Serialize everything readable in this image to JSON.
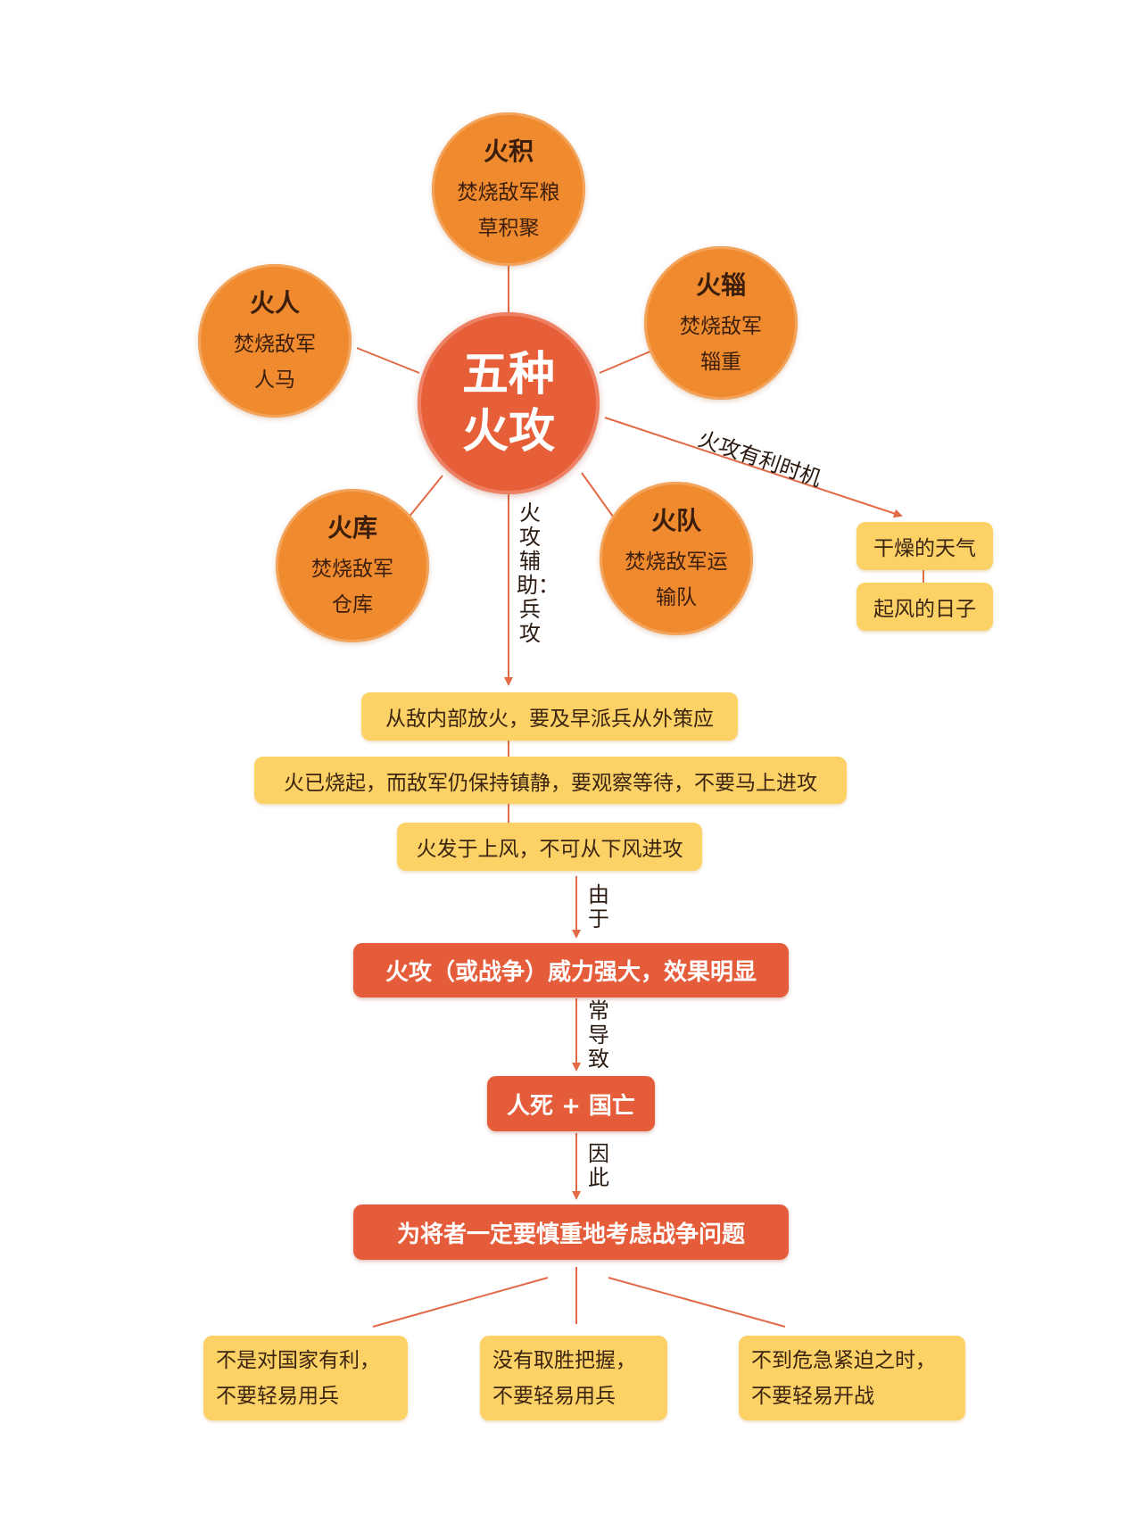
{
  "center": {
    "line1": "五种",
    "line2": "火攻"
  },
  "fire_types": [
    {
      "title": "火积",
      "desc1": "焚烧敌军粮",
      "desc2": "草积聚"
    },
    {
      "title": "火辎",
      "desc1": "焚烧敌军",
      "desc2": "辎重"
    },
    {
      "title": "火人",
      "desc1": "焚烧敌军",
      "desc2": "人马"
    },
    {
      "title": "火库",
      "desc1": "焚烧敌军",
      "desc2": "仓库"
    },
    {
      "title": "火队",
      "desc1": "焚烧敌军运",
      "desc2": "输队"
    }
  ],
  "timing": {
    "label": "火攻有利时机",
    "items": [
      "干燥的天气",
      "起风的日子"
    ]
  },
  "auxiliary": {
    "label": "火攻辅助：兵攻",
    "steps": [
      "从敌内部放火，要及早派兵从外策应",
      "火已烧起，而敌军仍保持镇静，要观察等待，不要马上进攻",
      "火发于上风，不可从下风进攻"
    ]
  },
  "flow": {
    "label_due": "由于",
    "power": "火攻（或战争）威力强大，效果明显",
    "label_leads": "常导致",
    "result": "人死 + 国亡",
    "label_therefore": "因此",
    "conclusion": "为将者一定要慎重地考虑战争问题"
  },
  "advice": [
    {
      "line1": "不是对国家有利，",
      "line2": "不要轻易用兵"
    },
    {
      "line1": "没有取胜把握，",
      "line2": "不要轻易用兵"
    },
    {
      "line1": "不到危急紧迫之时，",
      "line2": "不要轻易开战"
    }
  ],
  "colors": {
    "circle": "#ef8a2f",
    "center": "#e65f39",
    "yellow_box": "#fcd166",
    "red_box": "#e55c3a",
    "connector": "#e26a47"
  }
}
